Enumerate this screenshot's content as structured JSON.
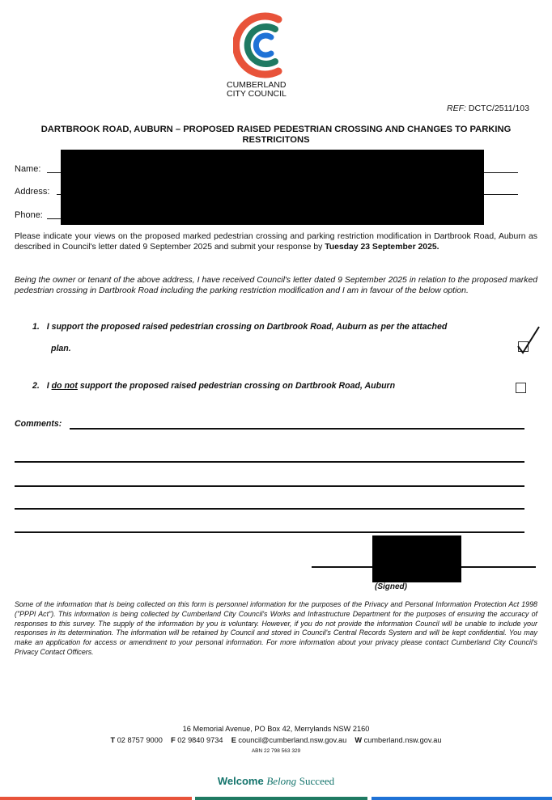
{
  "header": {
    "logo_line1": "CUMBERLAND",
    "logo_line2": "CITY COUNCIL",
    "ref_label": "REF:",
    "ref_value": "DCTC/2511/103",
    "title": "DARTBROOK ROAD, AUBURN – PROPOSED RAISED PEDESTRIAN CROSSING AND CHANGES TO PARKING RESTRICITONS"
  },
  "form": {
    "name_label": "Name:",
    "address_label": "Address:",
    "phone_label": "Phone:"
  },
  "intro": {
    "text": "Please indicate your views on the proposed marked pedestrian crossing and parking restriction modification in Dartbrook Road, Auburn as described in Council's letter dated 9 September 2025 and submit your response by ",
    "deadline": "Tuesday 23 September 2025."
  },
  "statement": "Being the owner or tenant of the above address, I have received Council's letter dated 9 September 2025 in relation to the proposed marked pedestrian crossing in Dartbrook Road including the parking restriction modification and I am in favour of the below option.",
  "options": [
    {
      "number": "1.",
      "text": "I support the proposed raised pedestrian crossing on Dartbrook Road, Auburn as per the attached",
      "text2": "plan.",
      "checked": true
    },
    {
      "number": "2.",
      "pre": "I ",
      "emph": "do not",
      "text": " support the proposed raised pedestrian crossing on Dartbrook Road, Auburn",
      "checked": false
    }
  ],
  "comments_label": "Comments:",
  "signed_label": "(Signed)",
  "privacy": "Some of the information that is being collected on this form is personnel information for the purposes of the Privacy and Personal Information Protection Act 1998 (\"PPPI Act\"). This information is being collected by Cumberland City Council's Works and Infrastructure Department for the purposes of ensuring the accuracy of responses to this survey. The supply of the information by you is voluntary. However, if you do not provide the information Council will be unable to include your responses in its determination. The information will be retained by Council and stored in Council's Central Records System and will be kept confidential. You may make an application for access or amendment to your personal information. For more information about your privacy please contact Cumberland City Council's Privacy Contact Officers.",
  "footer": {
    "address": "16 Memorial Avenue, PO Box 42, Merrylands NSW 2160",
    "phone_label": "T",
    "phone": "02 8757 9000",
    "fax_label": "F",
    "fax": "02 9840 9734",
    "email_label": "E",
    "email": "council@cumberland.nsw.gov.au",
    "web_label": "W",
    "web": "cumberland.nsw.gov.au",
    "abn": "ABN 22 798 563 329",
    "slogan1": "Welcome",
    "slogan2": "Belong",
    "slogan3": "Succeed"
  },
  "colors": {
    "red": "#e8533a",
    "green": "#1f7a62",
    "blue": "#1f72d6",
    "teal": "#14746c"
  }
}
